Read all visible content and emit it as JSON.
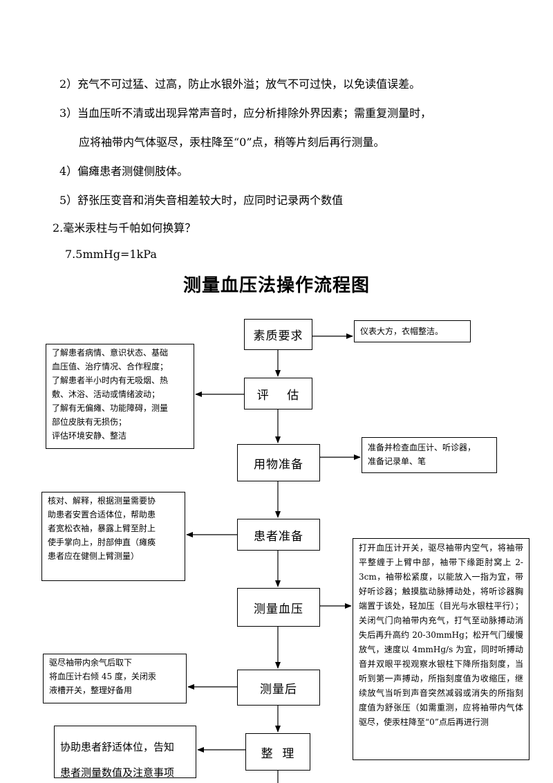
{
  "notes": [
    "2）充气不可过猛、过高，防止水银外溢；放气不可过快，以免读值误差。",
    "3）当血压听不清或出现异常声音时，应分析排除外界因素；需重复测量时，",
    "应将袖带内气体驱尽，汞柱降至“0”点，稍等片刻后再行测量。",
    "4）偏瘫患者测健侧肢体。",
    "5）舒张压变音和消失音相差较大时，应同时记录两个数值"
  ],
  "question": "2.毫米汞柱与千帕如何换算？",
  "answer": "7.5mmHg=1kPa",
  "flow_title": "测量血压法操作流程图",
  "steps": [
    "素质要求",
    "评    估",
    "用物准备",
    "患者准备",
    "测量血压",
    "测量后",
    "整  理"
  ],
  "details": {
    "quality": "仪表大方，衣帽整洁。",
    "assessment": [
      "了解患者病情、意识状态、基础",
      "血压值、治疗情况、合作程度；",
      "了解患者半小时内有无吸烟、热",
      "敷、沐浴、活动或情绪波动；",
      "了解有无偏瘫、功能障碍，测量",
      "部位皮肤有无损伤；",
      "评估环境安静、整洁"
    ],
    "supplies": [
      "准备并检查血压计、听诊器，",
      "准备记录单、笔"
    ],
    "patient_prep": [
      "核对、解释，根据测量需要协",
      "助患者安置合适体位，帮助患",
      "者宽松衣袖，暴露上臂至肘上",
      "使手掌向上，肘部伸直（瘫痪",
      "患者应在健侧上臂测量）"
    ],
    "measure": "打开血压计开关，驱尽袖带内空气，将袖带平整缠于上臂中部，袖带下缘距肘窝上 2-3cm，袖带松紧度，以能放入一指为宜，带好听诊器；触摸肱动脉搏动处，将听诊器胸端置于该处，轻加压（目光与水银柱平行）；关闭气门向袖带内充气，打气至动脉搏动消失后再升高约 20-30mmHg；松开气门缓慢放气，速度以 4mmHg/s 为宜，同时听搏动音并双眼平视观察水银柱下降所指刻度，当听到第一声搏动，所指刻度值为收缩压，继续放气当听到声音突然减弱或消失的所指刻度值为舒张压（如需重测，应将袖带内气体驱尽，使汞柱降至“0”点后再进行测",
    "after": [
      "驱尽袖带内余气后取下",
      "将血压计右倾 45 度，关闭汞",
      "液槽开关，整理好备用"
    ],
    "tidy": [
      "协助患者舒适体位，告知",
      "患者测量数值及注意事项"
    ]
  }
}
